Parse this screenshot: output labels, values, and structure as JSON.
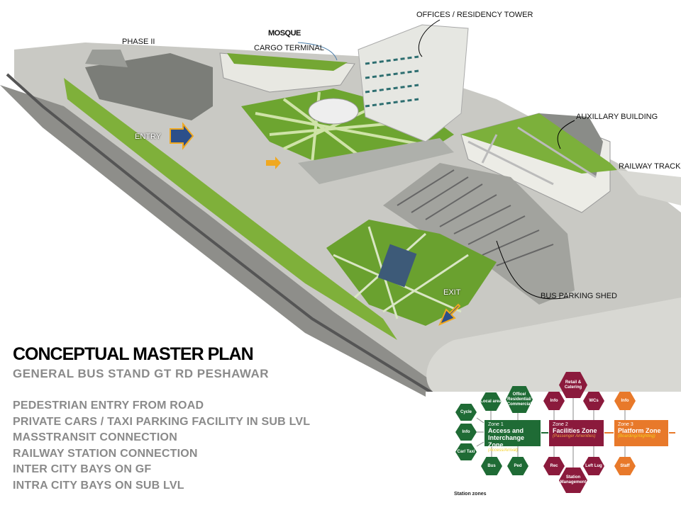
{
  "labels": {
    "phase2": "PHASE II",
    "mosque": "MOSQUE",
    "cargo": "CARGO TERMINAL",
    "tower": "OFFICES / RESIDENCY TOWER",
    "aux": "AUXILLARY BUILDING",
    "railway": "RAILWAY TRACK",
    "entry": "ENTRY",
    "exit": "EXIT",
    "shed": "BUS PARKING SHED"
  },
  "title": "CONCEPTUAL MASTER PLAN",
  "subtitle": "GENERAL  BUS STAND GT RD PESHAWAR",
  "features": [
    "PEDESTRIAN ENTRY FROM ROAD",
    "PRIVATE CARS / TAXI PARKING  FACILITY IN SUB LVL",
    "MASSTRANSIT CONNECTION",
    "RAILWAY STATION CONNECTION",
    "INTER CITY BAYS ON GF",
    "INTRA CITY BAYS ON SUB LVL"
  ],
  "zones": {
    "colors": {
      "zone1": "#1f6b35",
      "zone2": "#8b1a3c",
      "zone3": "#e8792a"
    },
    "zone1": {
      "num": "Zone 1",
      "title": "Access and Interchange Zone",
      "sub": "(Access/Arrival)"
    },
    "zone2": {
      "num": "Zone 2",
      "title": "Facilities Zone",
      "sub": "(Passenger Amenities)"
    },
    "zone3": {
      "num": "Zone 3",
      "title": "Platform Zone",
      "sub": "(Boarding/Alighting)"
    },
    "hexes": {
      "cycle": "Cycle",
      "info1": "Info",
      "car": "Car/ Taxi",
      "local": "Local area",
      "office": "Office/ Residential/ Commercial",
      "bus": "Bus",
      "ped": "Ped",
      "info2": "Info",
      "retail": "Retail & Catering",
      "wcs": "WCs",
      "rec": "Rec",
      "mgmt": "Station Management",
      "leftlug": "Left Lug",
      "info3": "Info",
      "staff": "Staff"
    },
    "caption": "Station zones"
  }
}
